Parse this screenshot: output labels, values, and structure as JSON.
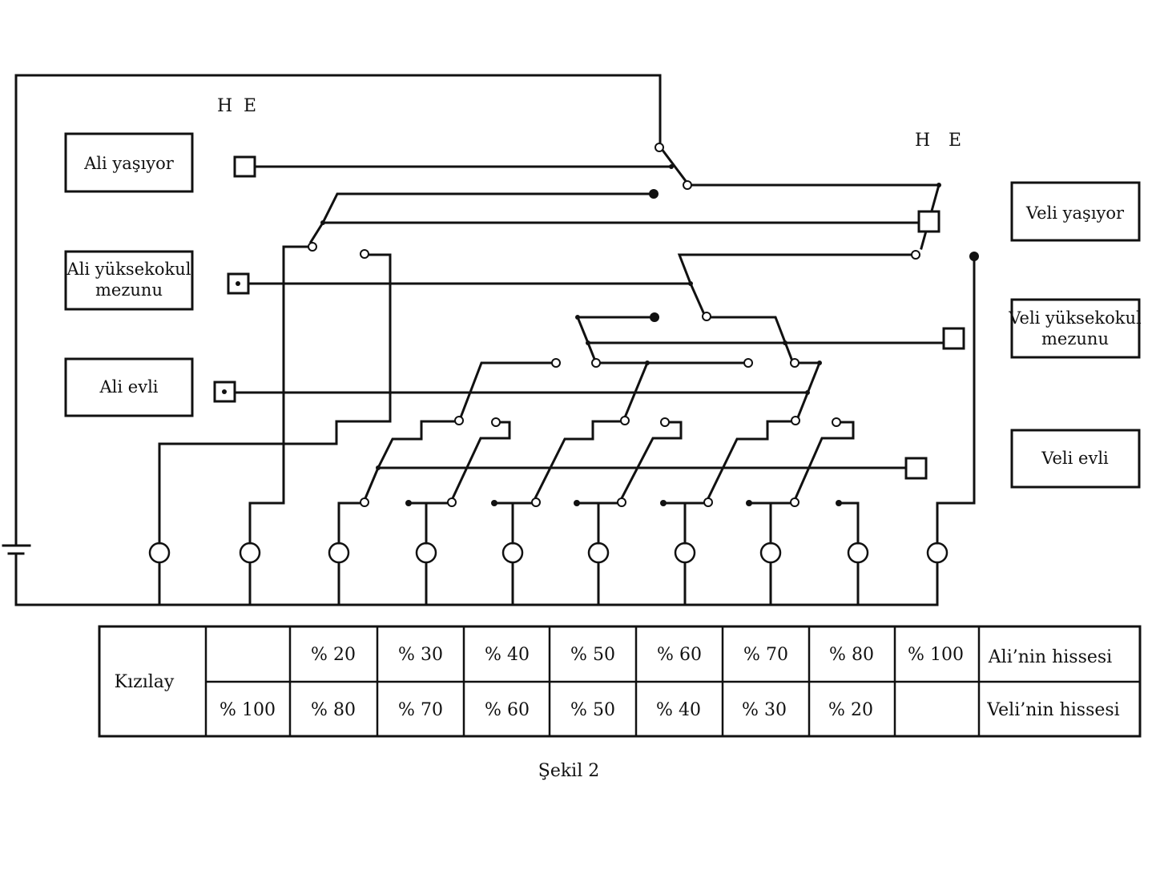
{
  "switch_labels": {
    "ali_group": {
      "h": "H",
      "e": "E"
    },
    "veli_group": {
      "h": "H",
      "e": "E"
    }
  },
  "conditions": {
    "ali_alive": "Ali  yaşıyor",
    "ali_graduate_line1": "Ali  yüksekokul",
    "ali_graduate_line2": "mezunu",
    "ali_married": "Ali  evli",
    "veli_alive": "Veli  yaşıyor",
    "veli_graduate_line1": "Veli  yüksekokul",
    "veli_graduate_line2": "mezunu",
    "veli_married": "Veli  evli"
  },
  "table": {
    "first_column": "Kızılay",
    "ali_row": [
      "",
      "% 20",
      "% 30",
      "% 40",
      "% 50",
      "% 60",
      "% 70",
      "% 80",
      "% 100"
    ],
    "veli_row": [
      "% 100",
      "% 80",
      "% 70",
      "% 60",
      "% 50",
      "% 40",
      "% 30",
      "% 20",
      ""
    ],
    "ali_label": "Ali’nin  hissesi",
    "veli_label": "Veli’nin  hissesi"
  },
  "caption": "Şekil 2"
}
